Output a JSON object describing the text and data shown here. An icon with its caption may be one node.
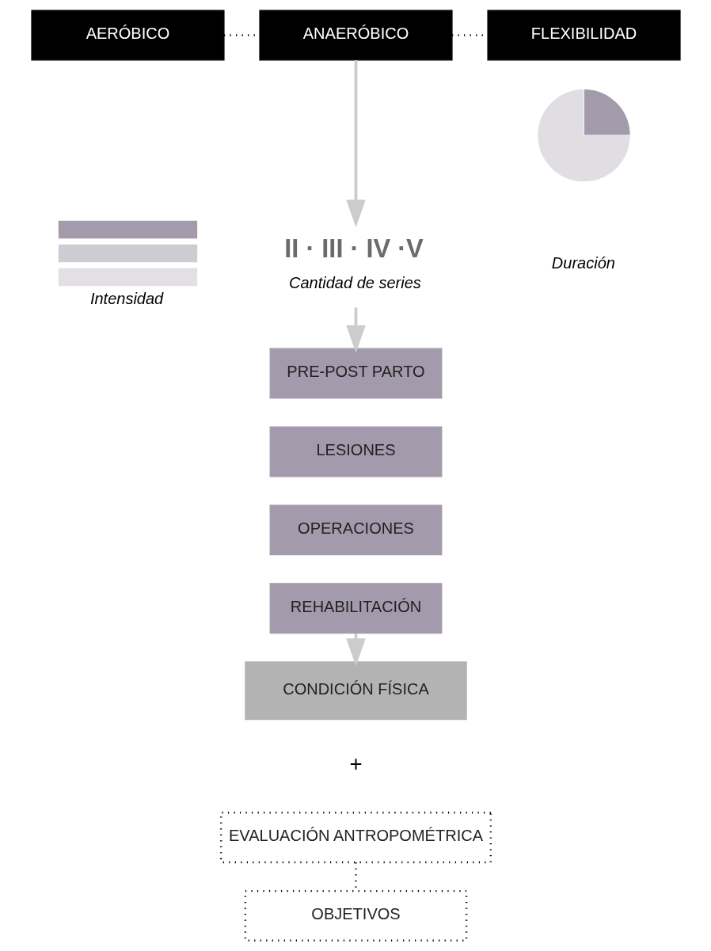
{
  "diagram": {
    "nodes": [
      {
        "text": [
          "AERÓBICO"
        ]
      },
      {
        "text": [
          "ANAERÓBICO"
        ]
      },
      {
        "text": [
          "FLEXIBILIDAD"
        ]
      },
      {
        "text": [
          "Intensidad"
        ]
      },
      {
        "text": [
          "II · III · IV ·V",
          "Cantidad de series"
        ]
      },
      {
        "text": [],
        "shape": "circle"
      },
      {
        "text": [
          "Duración"
        ]
      },
      {
        "text": [
          "PRE-POST PARTO"
        ]
      },
      {
        "text": [
          "LESIONES"
        ]
      },
      {
        "text": [
          "OPERACIONES"
        ]
      },
      {
        "text": [
          "REHABILITACIÓN"
        ]
      },
      {
        "text": [
          "CONDICIÓN FÍSICA"
        ]
      },
      {
        "text": [
          "EVALUACIÓN ANTROPOMÉTRICA"
        ]
      },
      {
        "text": [
          "OBJETIVOS"
        ]
      }
    ],
    "edges": [
      {
        "from": 0,
        "to": 1,
        "arrow": "none",
        "style": "dashed",
        "color": "#000000"
      },
      {
        "from": 1,
        "to": 2,
        "arrow": "none",
        "style": "dashed",
        "color": "#000000"
      },
      {
        "from": 1,
        "to": 4,
        "arrow": "to",
        "color": "#cccccc"
      },
      {
        "from": 4,
        "to": 7,
        "arrow": "to",
        "color": "#cccccc"
      },
      {
        "from": 10,
        "to": 11,
        "arrow": "to",
        "color": "#cccccc"
      },
      {
        "from": 12,
        "to": 13,
        "arrow": "none",
        "style": "dashed",
        "color": "#000000"
      }
    ],
    "labels": [
      "+"
    ]
  }
}
